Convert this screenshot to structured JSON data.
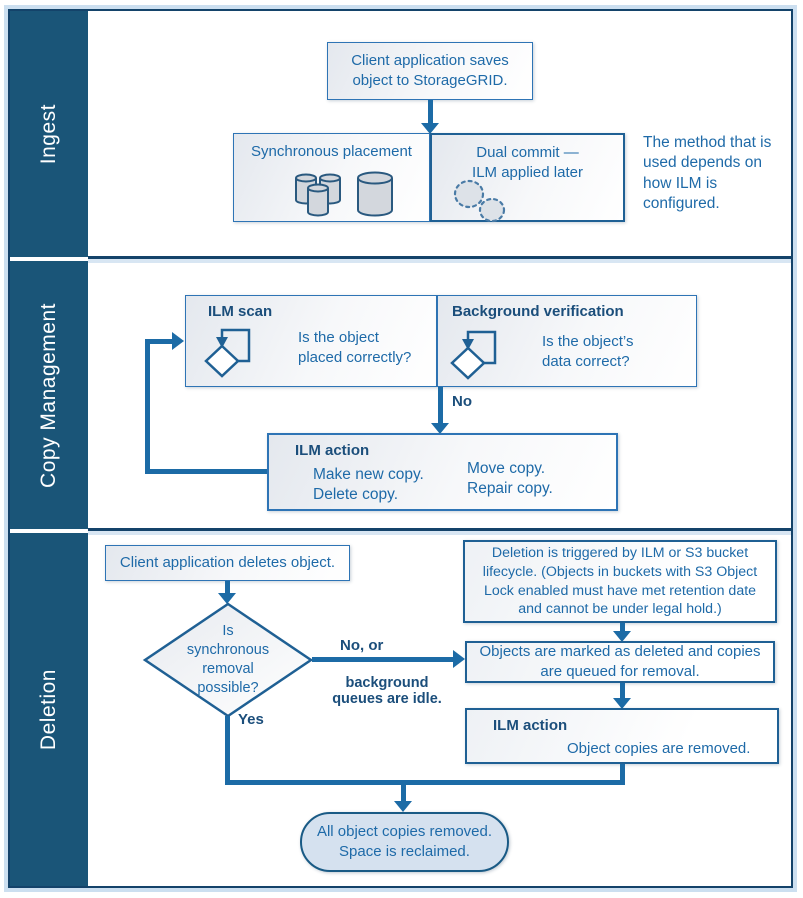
{
  "bands": [
    {
      "label": "Ingest"
    },
    {
      "label": "Copy Management"
    },
    {
      "label": "Deletion"
    }
  ],
  "ingest": {
    "client_saves": "Client application saves\nobject to StorageGRID.",
    "sync_placement": "Synchronous placement",
    "dual_commit": "Dual commit —\nILM applied later",
    "note": "The method that is\nused depends on\nhow ILM is\nconfigured."
  },
  "copy_management": {
    "ilm_scan_title": "ILM scan",
    "ilm_scan_question": "Is the object\nplaced correctly?",
    "bg_verify_title": "Background verification",
    "bg_verify_question": "Is the object’s\ndata correct?",
    "no_label": "No",
    "ilm_action_title": "ILM action",
    "actions_left": "Make new copy.\nDelete copy.",
    "actions_right": "Move copy.\nRepair copy."
  },
  "deletion": {
    "client_deletes": "Client application deletes object.",
    "triggered": "Deletion is triggered by ILM or  S3 bucket\nlifecycle. (Objects in buckets with S3 Object\nLock enabled must have met retention date\nand cannot be under legal hold.)",
    "diamond_question": "Is\nsynchronous\nremoval\npossible?",
    "no_or": "No, or",
    "bg_idle": "background\nqueues are idle.",
    "yes": "Yes",
    "marked": "Objects are marked as deleted and copies\nare queued for removal.",
    "ilm_action_title": "ILM action",
    "removed": "Object copies are removed.",
    "final": "All object copies removed.\nSpace is reclaimed."
  },
  "icons": {
    "storage_cylinders": "cylinder-cluster",
    "pending_objects": "dashed-ellipses",
    "scan_loop": "diamond-with-loop-arrow"
  },
  "colors": {
    "band_navy": "#1a5578",
    "border_navy": "#14436a",
    "box_border_blue": "#2e74b5",
    "emphasis_border": "#1f6094",
    "arrow_blue": "#1c6ba6",
    "text_blue": "#1e6aa8",
    "bold_text_navy": "#1b4e7b",
    "pill_fill": "#d5e1ef",
    "glow_light_blue": "#ccdff0"
  }
}
